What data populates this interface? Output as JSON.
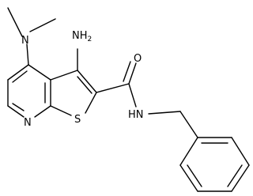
{
  "molecule": {
    "atoms": {
      "n_dimethyl": "N",
      "amino": "NH",
      "amino_sub": "2",
      "carbonyl_o": "O",
      "amide_nh": "HN",
      "pyridine_n": "N",
      "thiophene_s": "S"
    }
  },
  "colors": {
    "bond": "#000000",
    "background": "#ffffff"
  }
}
